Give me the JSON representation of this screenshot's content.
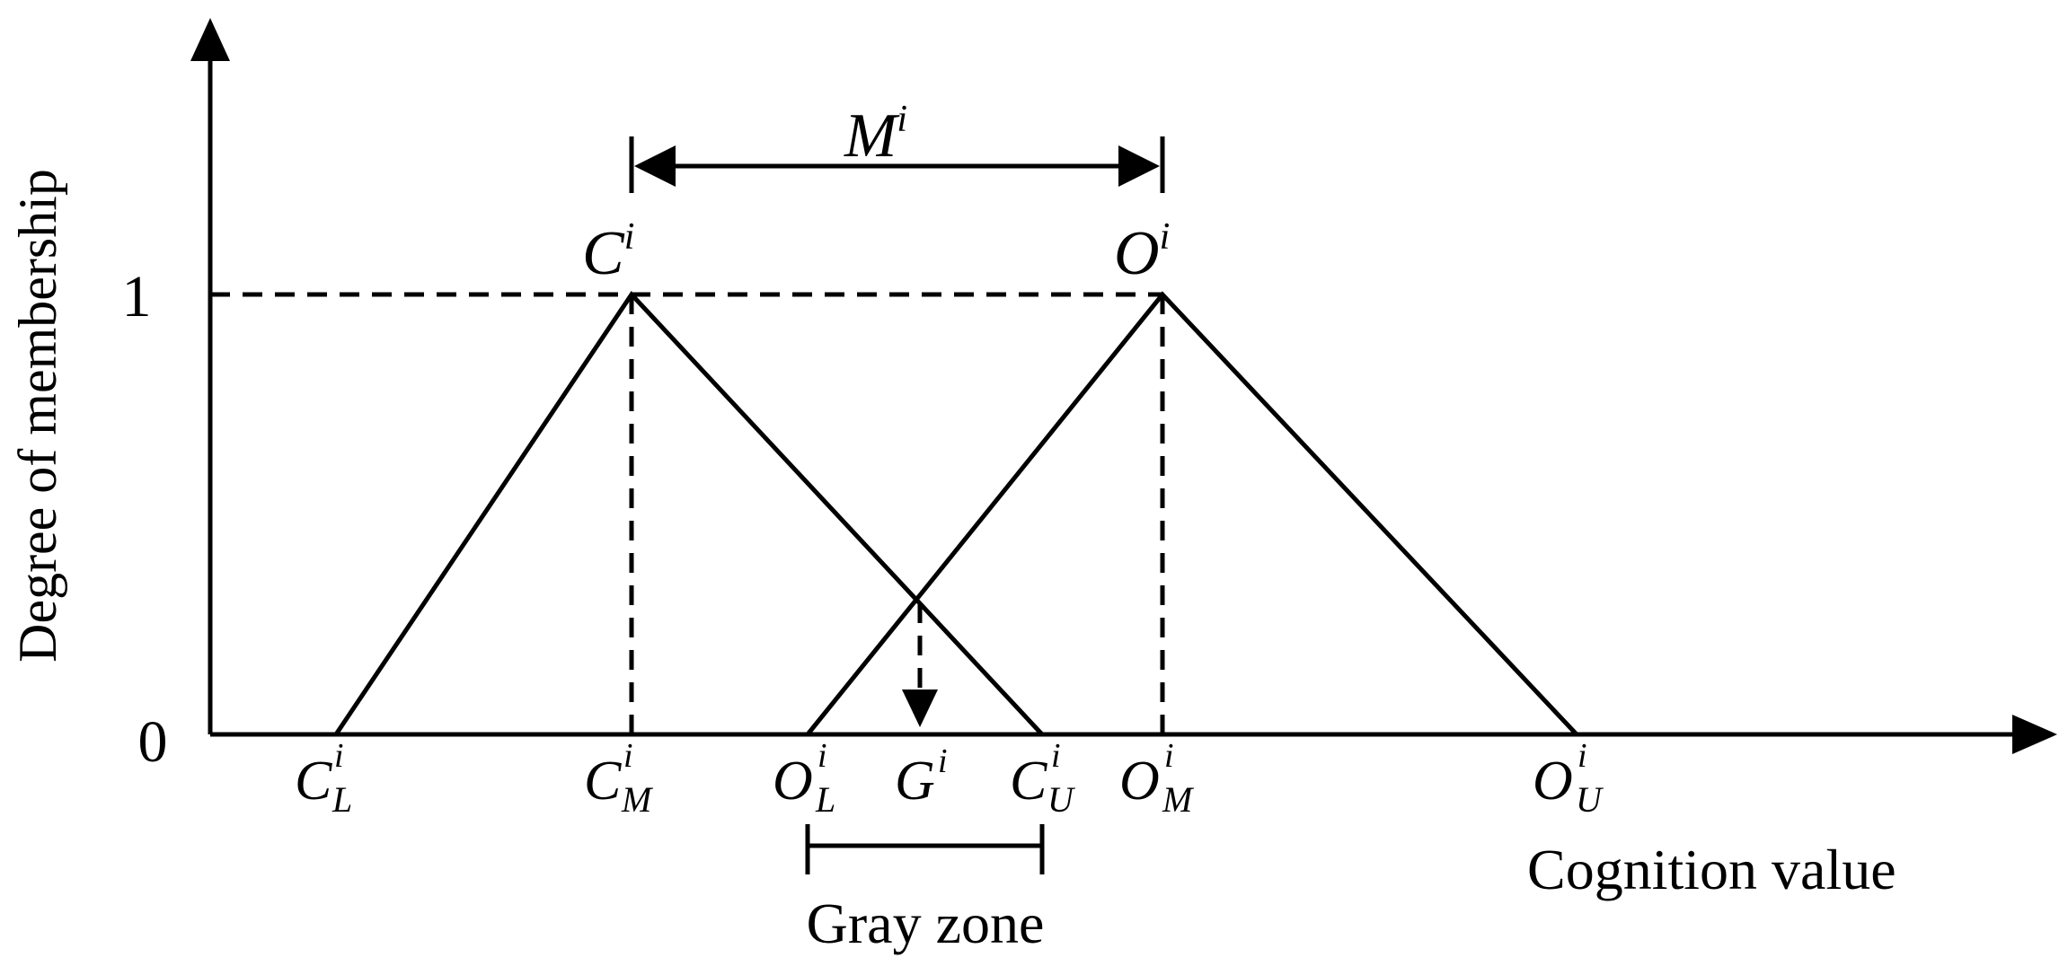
{
  "axes": {
    "y_label": "Degree of membership",
    "x_label": "Cognition value",
    "y_tick_1": "1",
    "y_tick_0": "0"
  },
  "peaks": {
    "c": {
      "base": "C",
      "sup": "i"
    },
    "o": {
      "base": "O",
      "sup": "i"
    }
  },
  "distance": {
    "base": "M",
    "sup": "i"
  },
  "x_ticks": {
    "c_lower": {
      "base": "C",
      "sup": "i",
      "sub": "L"
    },
    "c_middle": {
      "base": "C",
      "sup": "i",
      "sub": "M"
    },
    "o_lower": {
      "base": "O",
      "sup": "i",
      "sub": "L"
    },
    "g": {
      "base": "G",
      "sup": "i"
    },
    "c_upper": {
      "base": "C",
      "sup": "i",
      "sub": "U"
    },
    "o_middle": {
      "base": "O",
      "sup": "i",
      "sub": "M"
    },
    "o_upper": {
      "base": "O",
      "sup": "i",
      "sub": "U"
    }
  },
  "gray_zone_label": "Gray zone"
}
